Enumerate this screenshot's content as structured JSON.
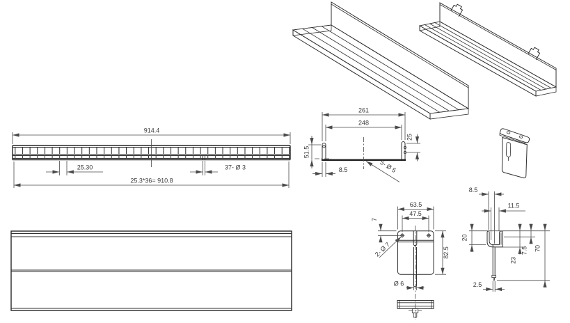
{
  "colors": {
    "line": "#2f2f2f",
    "dimension": "#4a4a4a",
    "text": "#3b3b3b",
    "background": "#ffffff"
  },
  "side_elevation": {
    "overall_width": "914.4",
    "pitch": "25.30",
    "holes": "37- Ø 3",
    "pitch_total": "25.3*36= 910.8"
  },
  "cross_section": {
    "outer_width": "261",
    "inner_width": "248",
    "right_wall_height": "25",
    "left_wall_height": "51.5",
    "edge_offset": "8.5",
    "holes": "5- Ø 5"
  },
  "clip_front": {
    "width": "63.5",
    "hole_spacing": "47.5",
    "hole_offset": "7",
    "holes": "2- Ø 7",
    "height": "82.5",
    "stud_diameter": "Ø 6"
  },
  "clip_side": {
    "hook_offset": "8.5",
    "hook_width": "11.5",
    "lip_height": "20",
    "drop": "23",
    "gap": "7.5",
    "height": "70",
    "thickness": "2.5"
  }
}
